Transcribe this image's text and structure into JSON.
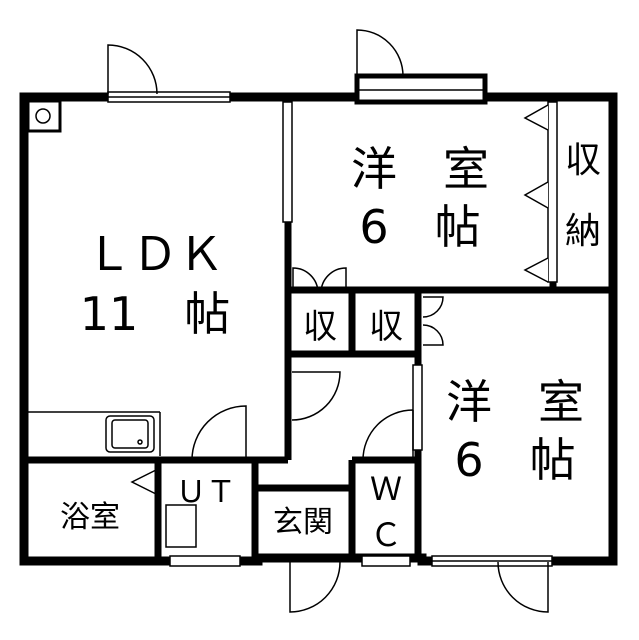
{
  "rooms": {
    "ldk": {
      "line1": "ＬＤＫ",
      "line2": "11　帖"
    },
    "western1": {
      "line1": "洋　室",
      "line2": "6　帖"
    },
    "western2": {
      "line1": "洋　室",
      "line2": "6　帖"
    },
    "closet_large": {
      "line1": "収",
      "line2": "納"
    },
    "closet_small1": {
      "label": "収"
    },
    "closet_small2": {
      "label": "収"
    },
    "bath": {
      "label": "浴室"
    },
    "utility": {
      "label": "ＵＴ"
    },
    "entrance": {
      "label": "玄関"
    },
    "toilet": {
      "line1": "Ｗ",
      "line2": "Ｃ"
    }
  },
  "colors": {
    "wall": "#000000",
    "background": "#ffffff",
    "fixture": "#888888"
  }
}
